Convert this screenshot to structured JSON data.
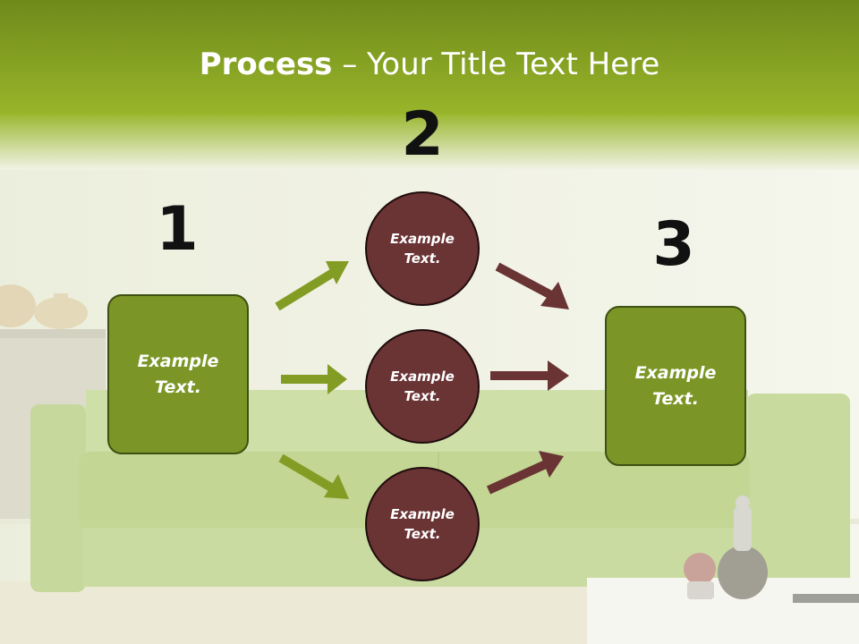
{
  "title": {
    "bold": "Process",
    "rest": " – Your Title Text Here"
  },
  "steps": [
    {
      "number": "1",
      "text": "Example Text."
    },
    {
      "number": "2"
    },
    {
      "number": "3",
      "text": "Example Text."
    }
  ],
  "circles": [
    {
      "text": "Example Text."
    },
    {
      "text": "Example Text."
    },
    {
      "text": "Example Text."
    }
  ],
  "colors": {
    "header_green": "#7d9a1e",
    "box_green": "#7b9626",
    "box_border": "#3e5012",
    "circle_maroon": "#6a3334",
    "arrow_green": "#839c24",
    "arrow_maroon": "#6a3334"
  }
}
